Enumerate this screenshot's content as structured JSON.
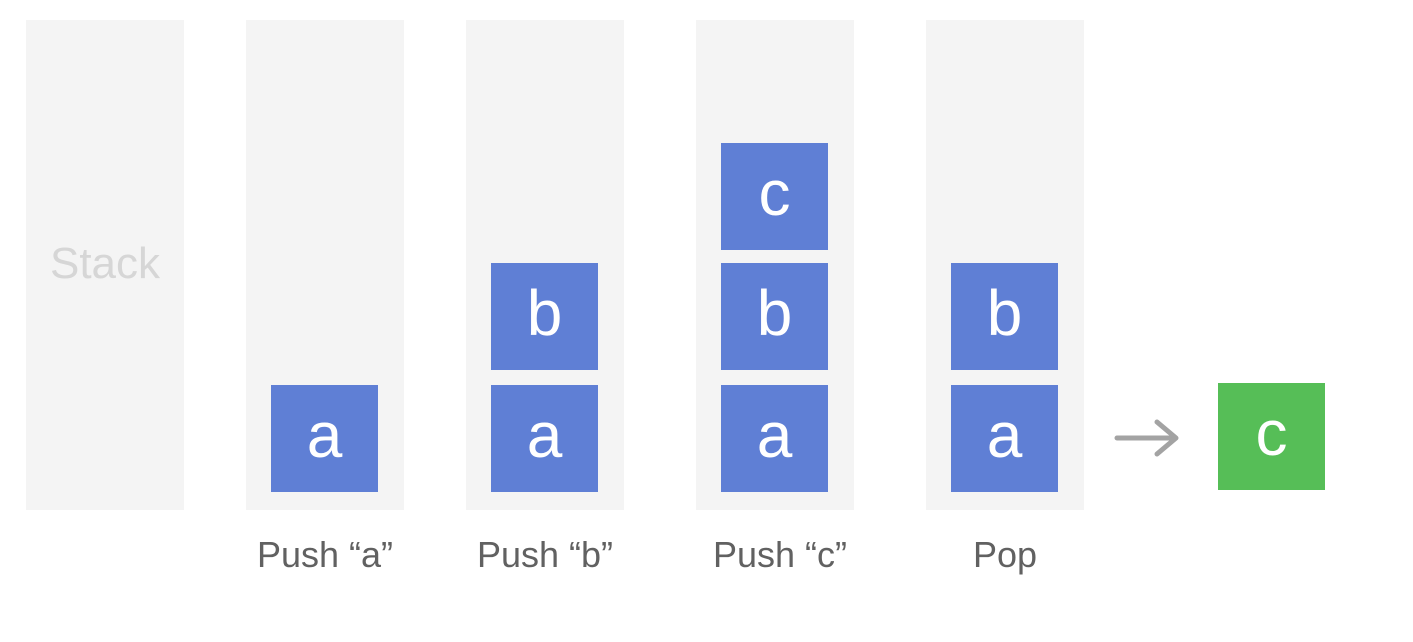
{
  "colors": {
    "column_bg": "#f4f4f4",
    "block": "#5f7fd5",
    "popped_block": "#56be57",
    "caption": "#616161",
    "stack_label": "#d6d6d6",
    "arrow": "#a3a3a3"
  },
  "stack_label": "Stack",
  "steps": [
    {
      "caption": "Push “a”",
      "items": [
        "a"
      ]
    },
    {
      "caption": "Push “b”",
      "items": [
        "a",
        "b"
      ]
    },
    {
      "caption": "Push “c”",
      "items": [
        "a",
        "b",
        "c"
      ]
    },
    {
      "caption": "Pop",
      "items": [
        "a",
        "b"
      ]
    }
  ],
  "popped": {
    "value": "c",
    "icon": "right-arrow-icon"
  }
}
